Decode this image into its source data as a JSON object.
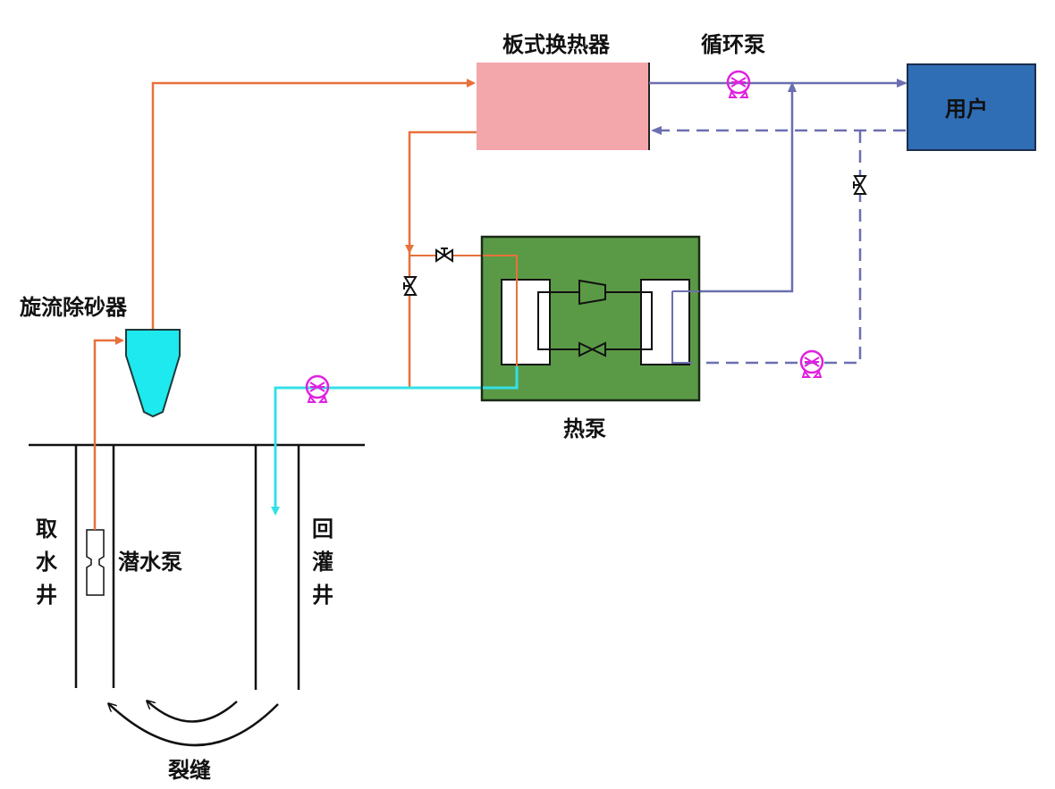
{
  "diagram": {
    "type": "groundwater source heat pump system schematic",
    "labels": {
      "plate_heat_exchanger": "板式换热器",
      "circulation_pump": "循环泵",
      "user": "用户",
      "cyclone_desander": "旋流除砂器",
      "heat_pump": "热泵",
      "extraction_well": [
        "取",
        "水",
        "井"
      ],
      "submersible_pump": "潜水泵",
      "recharge_well": [
        "回",
        "灌",
        "井"
      ],
      "fracture": "裂缝"
    },
    "colors": {
      "hot_source_pipe": "#e8703a",
      "cold_return_pipe": "#33e0e8",
      "user_loop_pipe": "#6b6fb0",
      "plate_exchanger_fill": "#f4a7ab",
      "user_fill": "#2f6db5",
      "heat_pump_fill": "#5a9a46",
      "desander_fill": "#1ee9ee",
      "pump_symbol": "#e020e0"
    },
    "flows": [
      {
        "from": "submersible_pump",
        "to": "cyclone_desander",
        "line": "solid"
      },
      {
        "from": "cyclone_desander",
        "to": "plate_heat_exchanger",
        "line": "solid"
      },
      {
        "from": "plate_heat_exchanger",
        "to": "heat_pump",
        "line": "solid"
      },
      {
        "from": "heat_pump",
        "to": "recharge_well",
        "line": "solid"
      },
      {
        "from": "plate_heat_exchanger",
        "to": "user",
        "via": "circulation_pump",
        "line": "solid"
      },
      {
        "from": "user",
        "to": "plate_heat_exchanger",
        "line": "dashed"
      },
      {
        "from": "heat_pump",
        "to": "user",
        "line": "solid"
      },
      {
        "from": "user",
        "to": "heat_pump",
        "line": "dashed"
      }
    ]
  }
}
